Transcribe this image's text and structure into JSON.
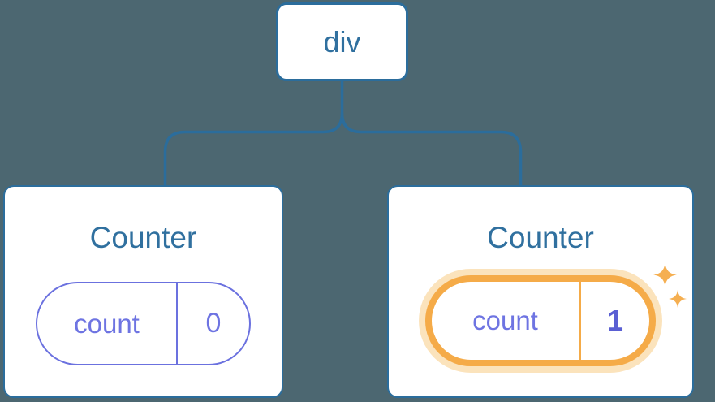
{
  "diagram": {
    "background_color": "#4C6771",
    "connector_color": "#2B6D9C",
    "root": {
      "label": "div"
    },
    "children": [
      {
        "title": "Counter",
        "state_pill": {
          "key": "count",
          "value": "0"
        },
        "highlighted": false
      },
      {
        "title": "Counter",
        "state_pill": {
          "key": "count",
          "value": "1"
        },
        "highlighted": true,
        "icons": [
          "sparkle-icon-large",
          "sparkle-icon-small"
        ]
      }
    ],
    "colors": {
      "card_background": "#FFFFFF",
      "card_border": "#2B6D9C",
      "title_text": "#30709F",
      "pill_border_purple": "#6B71DF",
      "pill_text_purple": "#6E74E2",
      "pill_value_bold_purple": "#5A5FD3",
      "highlight_orange": "#F5AB48",
      "highlight_glow": "#FBE3BC",
      "sparkle_color": "#F5AF51"
    }
  }
}
